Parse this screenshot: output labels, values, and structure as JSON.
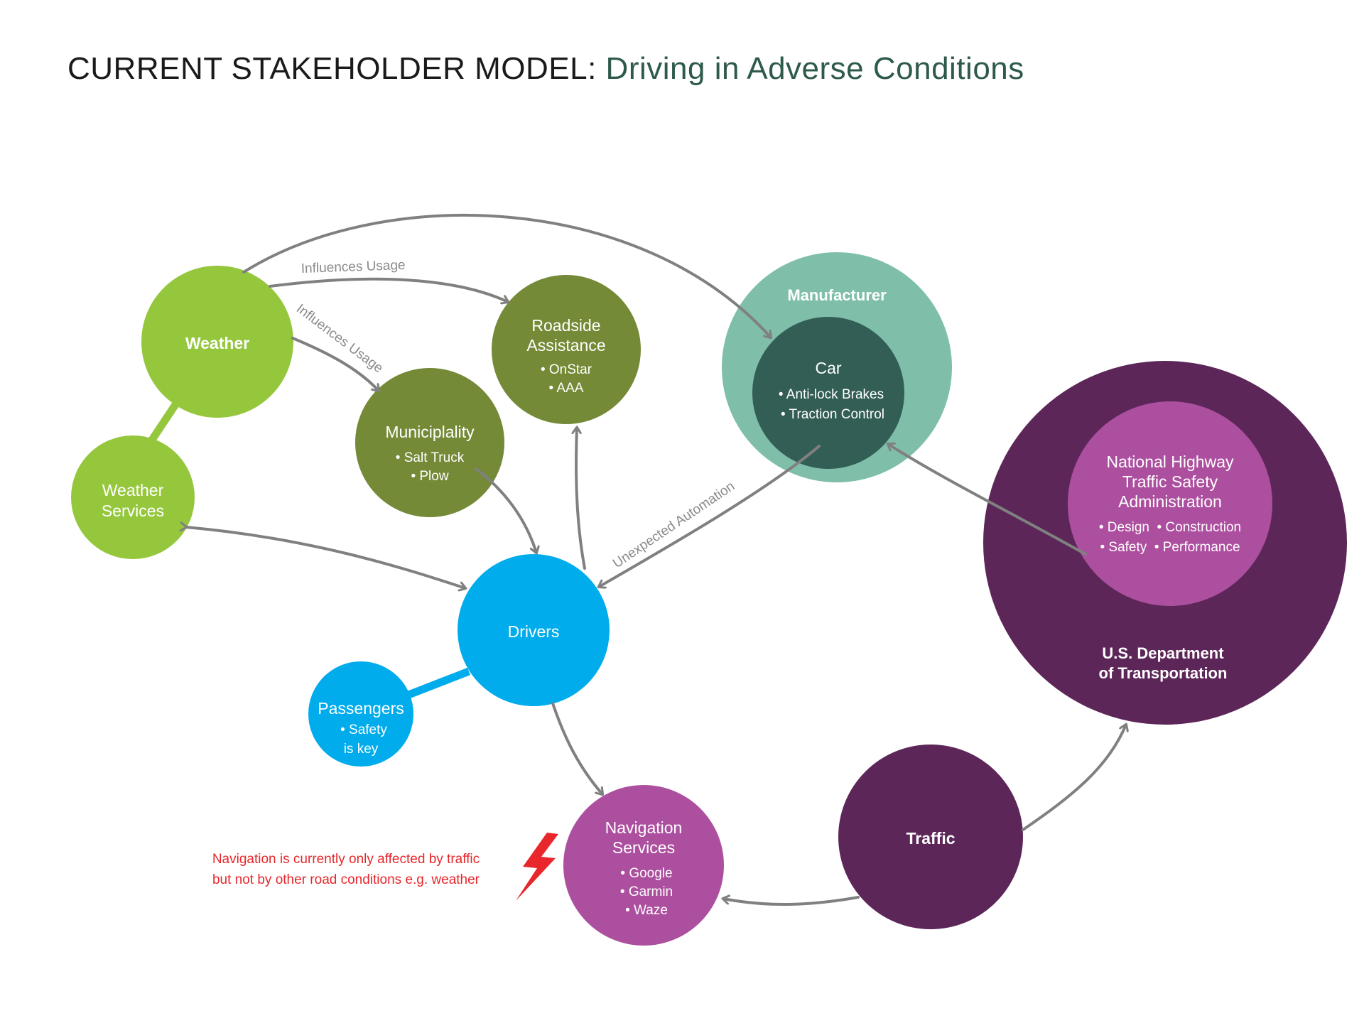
{
  "title": {
    "main": "CURRENT STAKEHOLDER MODEL: ",
    "sub": "Driving in Adverse Conditions"
  },
  "colors": {
    "weather": "#95c73d",
    "municipality": "#748a37",
    "manufacturer": "#7fbfaa",
    "car": "#335e56",
    "dot": "#5d2659",
    "nhtsa": "#ad4f9f",
    "drivers": "#00acec",
    "navigation": "#ad4f9f",
    "traffic": "#5d2659",
    "arrow": "#808080",
    "note": "#e8262b"
  },
  "nodes": {
    "weather": {
      "name": "Weather"
    },
    "weather_services": {
      "name_line1": "Weather",
      "name_line2": "Services"
    },
    "roadside": {
      "name_line1": "Roadside",
      "name_line2": "Assistance",
      "items": [
        "• OnStar",
        "• AAA"
      ]
    },
    "municipality": {
      "name": "Municiplality",
      "items": [
        "• Salt Truck",
        "• Plow"
      ]
    },
    "manufacturer": {
      "name": "Manufacturer"
    },
    "car": {
      "name": "Car",
      "items": [
        "• Anti-lock Brakes",
        "• Traction Control"
      ]
    },
    "dot": {
      "name_line1": "U.S. Department",
      "name_line2": "of Transportation"
    },
    "nhtsa": {
      "name_lines": [
        "National Highway",
        "Traffic Safety",
        "Administration"
      ],
      "items": [
        "• Design  • Construction",
        "• Safety  • Performance"
      ]
    },
    "drivers": {
      "name": "Drivers"
    },
    "passengers": {
      "name": "Passengers",
      "items": [
        "• Safety",
        "is key"
      ]
    },
    "navigation": {
      "name_line1": "Navigation",
      "name_line2": "Services",
      "items": [
        "• Google",
        "• Garmin",
        "• Waze"
      ]
    },
    "traffic": {
      "name": "Traffic"
    }
  },
  "edge_labels": {
    "influences_usage_top": "Influences Usage",
    "influences_usage_diag": "Influences Usage",
    "unexpected_automation": "Unexpected Automation"
  },
  "note": {
    "line1": "Navigation is currently only affected by traffic",
    "line2": "but not by other road conditions e.g. weather",
    "icon": "lightning-bolt-icon"
  }
}
